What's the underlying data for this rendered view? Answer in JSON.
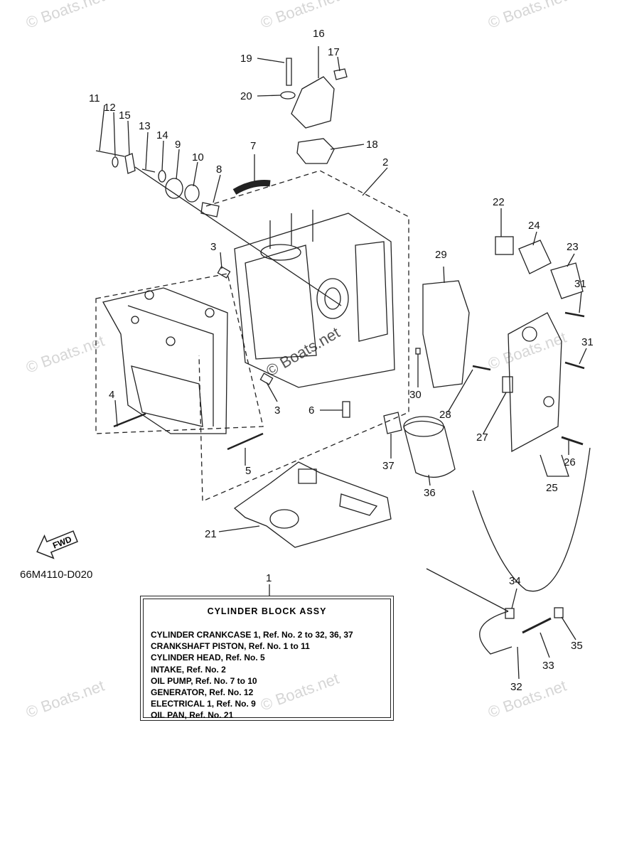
{
  "watermark": "© Boats.net",
  "drawing_code": "66M4110-D020",
  "fwd_label": "FWD",
  "assy_box": {
    "ref_number": "1",
    "title": "CYLINDER BLOCK ASSY",
    "lines": [
      "CYLINDER CRANKCASE 1, Ref. No. 2 to 32, 36, 37",
      "CRANKSHAFT PISTON,  Ref. No. 1 to 11",
      "CYLINDER HEAD, Ref. No. 5",
      "INTAKE,  Ref. No. 2",
      "OIL PUMP,  Ref. No. 7 to 10",
      "GENERATOR,  Ref. No. 12",
      "ELECTRICAL 1, Ref. No. 9",
      "OIL PAN,  Ref. No. 21"
    ]
  },
  "callouts": [
    "2",
    "3",
    "3",
    "4",
    "5",
    "6",
    "7",
    "8",
    "9",
    "10",
    "11",
    "12",
    "13",
    "14",
    "15",
    "16",
    "17",
    "18",
    "19",
    "20",
    "21",
    "22",
    "23",
    "24",
    "25",
    "26",
    "27",
    "28",
    "29",
    "30",
    "31",
    "31",
    "32",
    "33",
    "34",
    "35",
    "36",
    "37"
  ]
}
